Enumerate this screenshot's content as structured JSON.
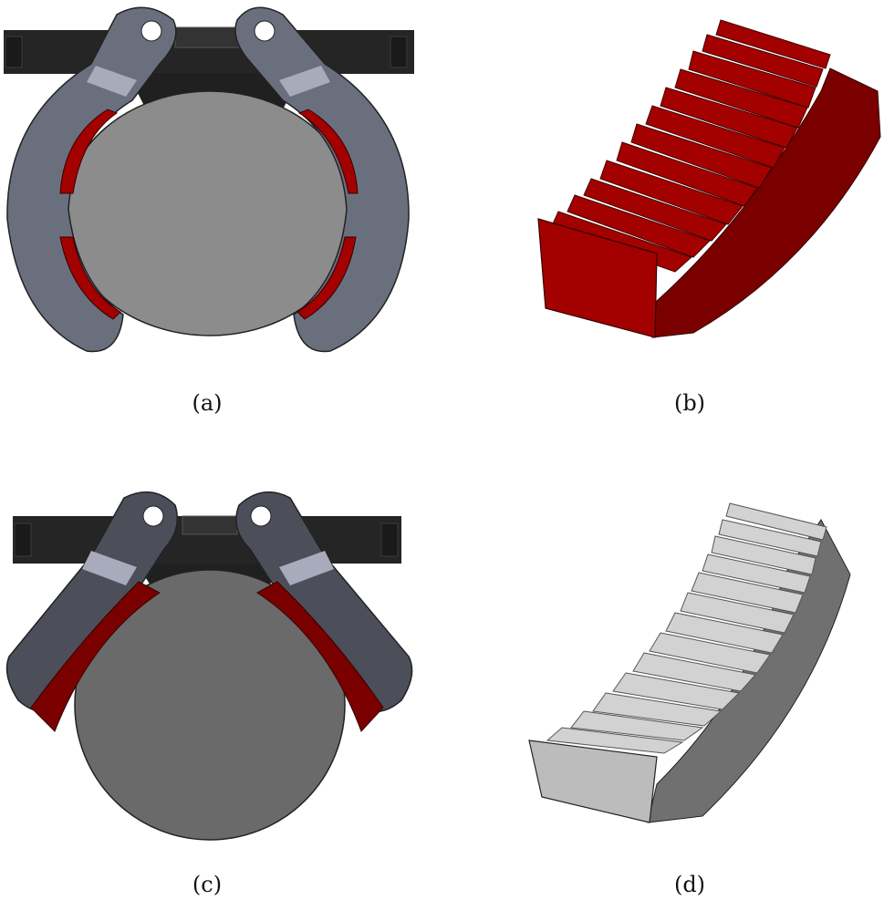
{
  "figure": {
    "panels": [
      {
        "id": "a",
        "caption": "(a)",
        "subject": "gripper-open-with-object"
      },
      {
        "id": "b",
        "caption": "(b)",
        "subject": "finger-pad-red"
      },
      {
        "id": "c",
        "caption": "(c)",
        "subject": "gripper-closed-with-object"
      },
      {
        "id": "d",
        "caption": "(d)",
        "subject": "finger-pad-gray"
      }
    ]
  },
  "colors": {
    "bracket": "#252525",
    "finger_arm_a": "#6a6f7e",
    "finger_arm_c": "#4c4f5a",
    "finger_band": "#a7abbc",
    "pad_red": "#a30000",
    "pad_red_dark": "#7a0000",
    "pad_red_side": "#8e0000",
    "object_a": "#8c8c8c",
    "object_c": "#6a6a6a",
    "pad_gray_light": "#d2d2d2",
    "pad_gray_mid": "#bcbcbc",
    "pad_gray_dark": "#707070"
  }
}
